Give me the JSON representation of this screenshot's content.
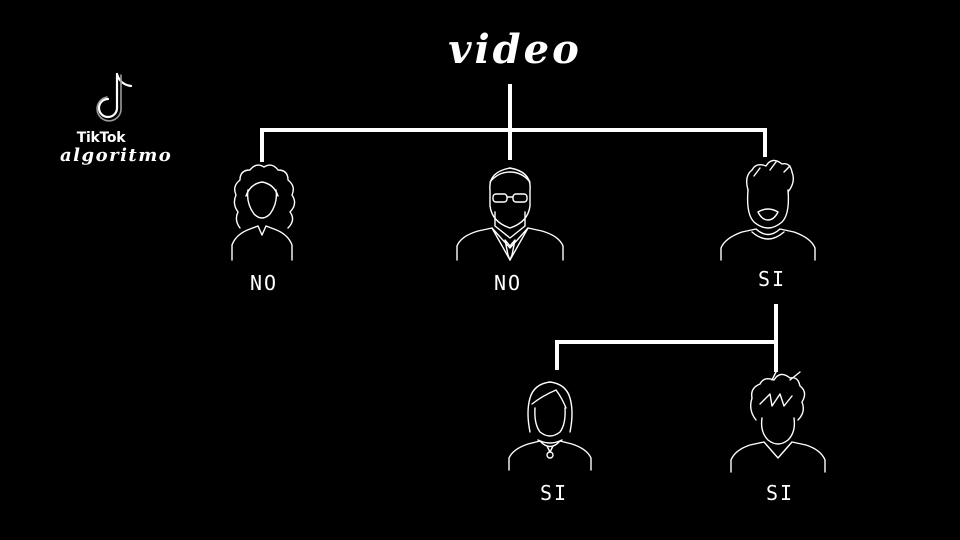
{
  "header": {
    "title": "video"
  },
  "logo": {
    "brand": "TikTok",
    "subtitle": "algoritmo",
    "icon": "tiktok-note-icon"
  },
  "tree": {
    "root": "video",
    "first_level": [
      {
        "icon": "woman-curly-hair-avatar-icon",
        "label": "NO"
      },
      {
        "icon": "man-suit-sunglasses-avatar-icon",
        "label": "NO"
      },
      {
        "icon": "bearded-man-avatar-icon",
        "label": "SI"
      }
    ],
    "second_level_parent": "SI",
    "second_level": [
      {
        "icon": "woman-choker-avatar-icon",
        "label": "SI"
      },
      {
        "icon": "man-messy-hair-avatar-icon",
        "label": "SI"
      }
    ]
  },
  "colors": {
    "background": "#000000",
    "foreground": "#ffffff"
  }
}
